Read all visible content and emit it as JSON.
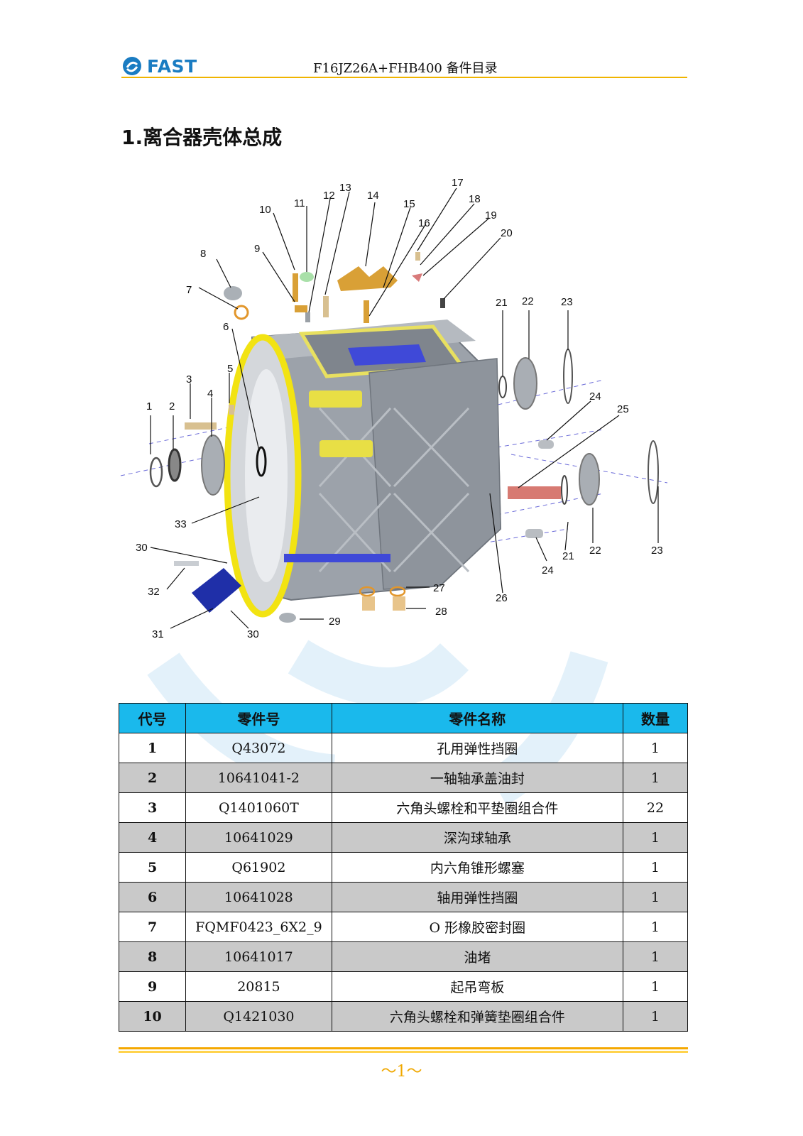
{
  "header": {
    "logo_text": "FAST",
    "doc_title": "F16JZ26A+FHB400 备件目录"
  },
  "section": {
    "title": "1.离合器壳体总成"
  },
  "diagram": {
    "callouts": [
      "1",
      "2",
      "3",
      "4",
      "5",
      "6",
      "7",
      "8",
      "9",
      "10",
      "11",
      "12",
      "13",
      "14",
      "15",
      "16",
      "17",
      "18",
      "19",
      "20",
      "21",
      "22",
      "23",
      "24",
      "25",
      "26",
      "27",
      "28",
      "29",
      "30",
      "31",
      "32",
      "33"
    ]
  },
  "table": {
    "headers": [
      "代号",
      "零件号",
      "零件名称",
      "数量"
    ],
    "rows": [
      {
        "code": "1",
        "part_no": "Q43072",
        "name": "孔用弹性挡圈",
        "qty": "1"
      },
      {
        "code": "2",
        "part_no": "10641041-2",
        "name": "一轴轴承盖油封",
        "qty": "1"
      },
      {
        "code": "3",
        "part_no": "Q1401060T",
        "name": "六角头螺栓和平垫圈组合件",
        "qty": "22"
      },
      {
        "code": "4",
        "part_no": "10641029",
        "name": "深沟球轴承",
        "qty": "1"
      },
      {
        "code": "5",
        "part_no": "Q61902",
        "name": "内六角锥形螺塞",
        "qty": "1"
      },
      {
        "code": "6",
        "part_no": "10641028",
        "name": "轴用弹性挡圈",
        "qty": "1"
      },
      {
        "code": "7",
        "part_no": "FQMF0423_6X2_9",
        "name": "O 形橡胶密封圈",
        "qty": "1"
      },
      {
        "code": "8",
        "part_no": "10641017",
        "name": "油堵",
        "qty": "1"
      },
      {
        "code": "9",
        "part_no": "20815",
        "name": "起吊弯板",
        "qty": "1"
      },
      {
        "code": "10",
        "part_no": "Q1421030",
        "name": "六角头螺栓和弹簧垫圈组合件",
        "qty": "1"
      }
    ]
  },
  "footer": {
    "page_number": "～1～"
  },
  "colors": {
    "brand_blue": "#1a7cc2",
    "header_rule": "#f0b400",
    "table_header": "#1ab9ec",
    "alt_row": "#c9c9c9"
  }
}
